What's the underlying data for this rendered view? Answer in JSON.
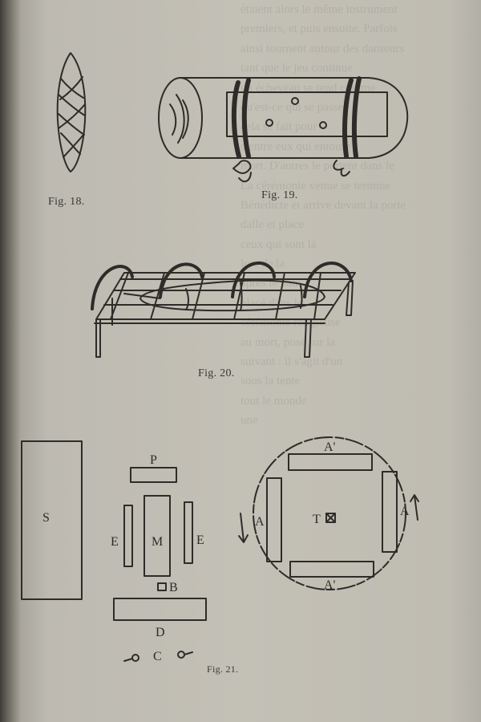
{
  "captions": {
    "fig18": "Fig. 18.",
    "fig19": "Fig. 19.",
    "fig20": "Fig. 20.",
    "fig21": "Fig. 21."
  },
  "labels": {
    "s": "S",
    "p": "P",
    "e_left": "E",
    "m": "M",
    "e_right": "E",
    "b": "B",
    "d": "D",
    "c": "C",
    "a_top": "A'",
    "a_left": "A",
    "t": "T",
    "a_right": "A",
    "a_bottom": "A'"
  },
  "ghost_text": [
    "étaient alors le même instrument",
    "premiers, et puis ensuite. Parfois",
    "ainsi tournent autour des danseurs",
    "tant que le jeu continue",
    "un écheveau se tend comme",
    "qu'est-ce qui se passe",
    "cela se fait pour",
    "d'entre eux qui entoure",
    "mort. D'autres le portent dans le",
    "La cérémonie venue se termine",
    "Bénédicte et arrive devant la porte",
    "dalle et place",
    "ceux qui sont là",
    "lors de la",
    "après le pain",
    "placé dans le",
    "cérémonie religieuse",
    "au mort, posé sur la",
    "suivant : il s'agit d'un",
    "sous la tente",
    "tout le monde",
    "une"
  ]
}
